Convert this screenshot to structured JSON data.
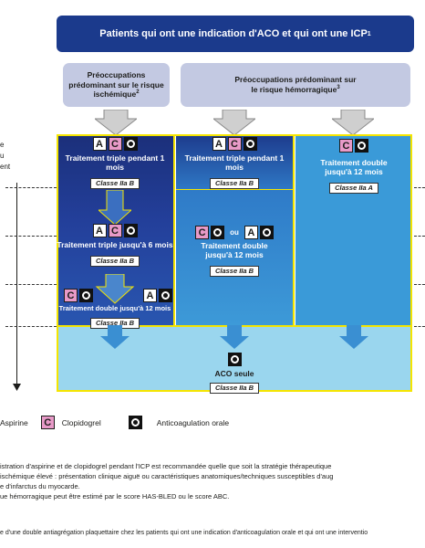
{
  "title": "Patients qui ont une indication d'ACO et qui ont une ICP",
  "title_sup": "1",
  "pills": {
    "ischemic": "Préoccupations prédominant sur le risque ischémique",
    "ischemic_sup": "2",
    "hemorrhagic": "Préoccupations prédominant sur le risque hémorragique",
    "hemorrhagic_sup": "3"
  },
  "left_axis_fragments": [
    "e",
    "u",
    "ent"
  ],
  "icons": {
    "a": "A",
    "c": "C",
    "o": "circle-o-icon"
  },
  "col1": {
    "block1": {
      "text": "Traitement triple pendant 1 mois",
      "classe": "Classe IIa B"
    },
    "block2": {
      "text": "Traitement triple jusqu'à 6 mois",
      "classe": "Classe IIa B"
    },
    "block3": {
      "text": "Traitement double jusqu'à 12 mois",
      "classe": "Classe IIa B"
    }
  },
  "col2": {
    "block1": {
      "text": "Traitement triple pendant 1 mois",
      "classe": "Classe IIa B"
    },
    "block2": {
      "or": "ou",
      "text": "Traitement double jusqu'à 12 mois",
      "classe": "Classe IIa B"
    }
  },
  "col3": {
    "block1": {
      "text": "Traitement double jusqu'à 12 mois",
      "classe": "Classe IIa A"
    }
  },
  "bottom": {
    "text": "ACO seule",
    "classe": "Classe IIa B"
  },
  "legend": {
    "aspirine": "Aspirine",
    "clopidogrel": "Clopidogrel",
    "aco": "Anticoagulation orale"
  },
  "footnotes": [
    "istration d'aspirine et de clopidogrel pendant l'ICP est recommandée quelle que soit la stratégie thérapeutique",
    "ischémique élevé : présentation clinique aiguë ou caractéristiques anatomiques/techniques susceptibles d'aug",
    "e d'infarctus du myocarde.",
    "ue hémorragique peut être estimé par le score HAS-BLED ou le score ABC."
  ],
  "caption": "e d'une double antiagrégation plaquettaire chez les patients qui ont une indication d'anticoagulation orale et qui ont une interventio",
  "colors": {
    "navy": "#1b3a8c",
    "yellow": "#f5e500",
    "pink": "#e89ac8",
    "lightblue": "#9ad6ee",
    "pill": "#c3c9e2"
  }
}
